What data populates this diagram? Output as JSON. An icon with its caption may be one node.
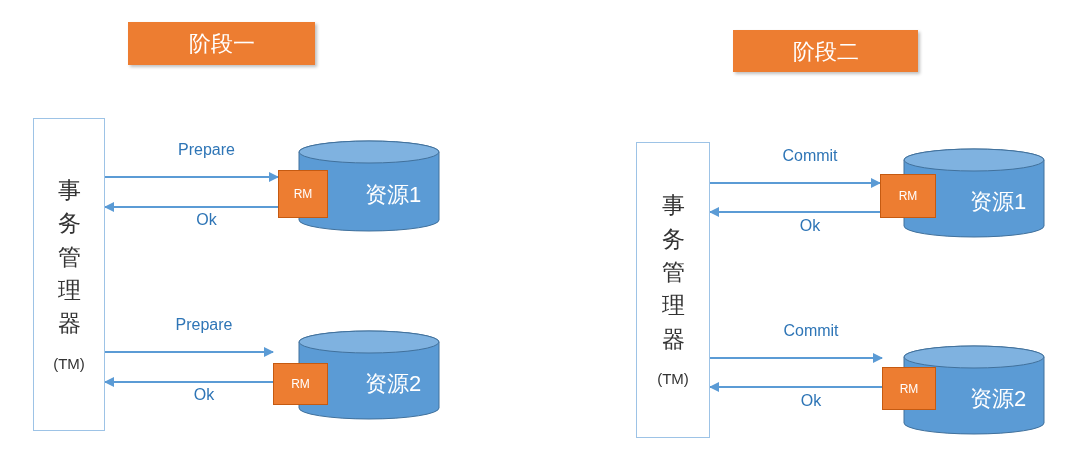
{
  "diagram": {
    "nodes": [
      {
        "text": [
          "阶段一"
        ]
      },
      {
        "text": [
          "事务管理器",
          "(TM)"
        ]
      },
      {
        "text": [
          "资源1"
        ]
      },
      {
        "text": [
          "RM"
        ]
      },
      {
        "text": [
          "资源2"
        ]
      },
      {
        "text": [
          "RM"
        ]
      },
      {
        "text": [
          "阶段二"
        ]
      },
      {
        "text": [
          "事务管理器",
          "(TM)"
        ]
      },
      {
        "text": [
          "资源1"
        ]
      },
      {
        "text": [
          "RM"
        ]
      },
      {
        "text": [
          "资源2"
        ]
      },
      {
        "text": [
          "RM"
        ]
      }
    ],
    "edges": [
      {
        "from": 1,
        "to": 3,
        "arrow": "to",
        "label": "Prepare"
      },
      {
        "from": 3,
        "to": 1,
        "arrow": "to",
        "label": "Ok"
      },
      {
        "from": 1,
        "to": 5,
        "arrow": "to",
        "label": "Prepare"
      },
      {
        "from": 5,
        "to": 1,
        "arrow": "to",
        "label": "Ok"
      },
      {
        "from": 7,
        "to": 9,
        "arrow": "to",
        "label": "Commit"
      },
      {
        "from": 9,
        "to": 7,
        "arrow": "to",
        "label": "Ok"
      },
      {
        "from": 7,
        "to": 11,
        "arrow": "to",
        "label": "Commit"
      },
      {
        "from": 11,
        "to": 7,
        "arrow": "to",
        "label": "Ok"
      }
    ]
  }
}
